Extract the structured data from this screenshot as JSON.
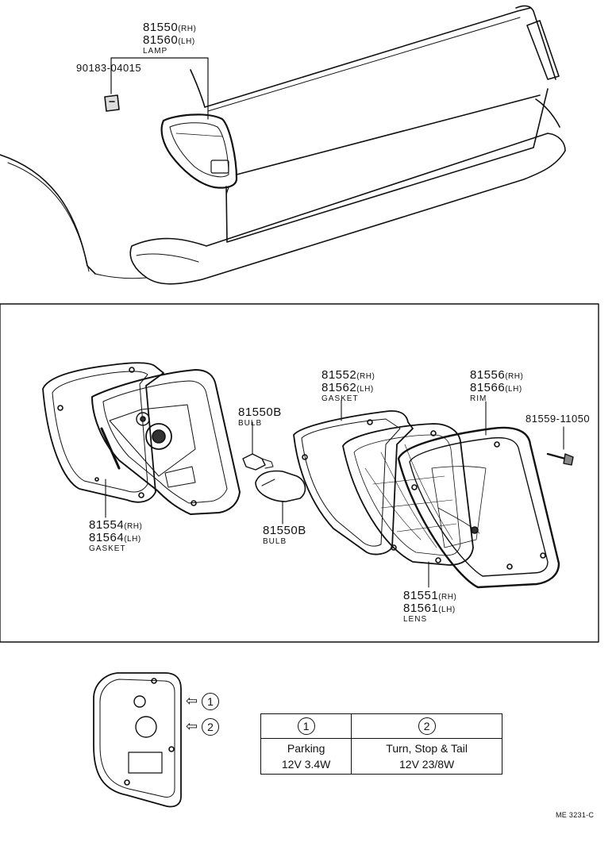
{
  "labels": {
    "lamp": {
      "pn_rh": "81550",
      "rh": "(RH)",
      "pn_lh": "81560",
      "lh": "(LH)",
      "name": "LAMP"
    },
    "clip": {
      "pn": "90183-04015"
    },
    "gasket_body": {
      "pn_rh": "81554",
      "rh": "(RH)",
      "pn_lh": "81564",
      "lh": "(LH)",
      "name": "GASKET"
    },
    "bulb_small": {
      "pn": "81550B",
      "name": "BULB"
    },
    "bulb_large": {
      "pn": "81550B",
      "name": "BULB"
    },
    "gasket_lens": {
      "pn_rh": "81552",
      "rh": "(RH)",
      "pn_lh": "81562",
      "lh": "(LH)",
      "name": "GASKET"
    },
    "rim": {
      "pn_rh": "81556",
      "rh": "(RH)",
      "pn_lh": "81566",
      "lh": "(LH)",
      "name": "RIM"
    },
    "screw": {
      "pn": "81559-11050"
    },
    "lens": {
      "pn_rh": "81551",
      "rh": "(RH)",
      "pn_lh": "81561",
      "lh": "(LH)",
      "name": "LENS"
    }
  },
  "socket_markers": [
    "1",
    "2"
  ],
  "bulb_table": {
    "headers": [
      "1",
      "2"
    ],
    "rows": [
      {
        "name": "Parking",
        "spec": "12V 3.4W"
      },
      {
        "name": "Turn, Stop & Tail",
        "spec": "12V 23/8W"
      }
    ]
  },
  "diagram_code": "ME 3231-C"
}
